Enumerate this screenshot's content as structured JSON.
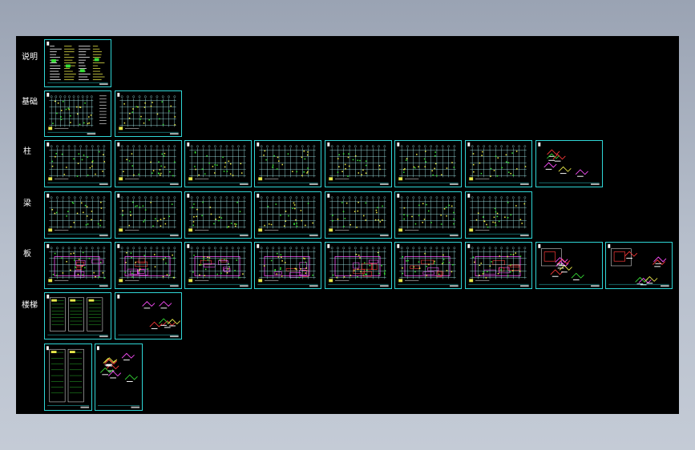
{
  "drawing": {
    "rows": [
      {
        "label": "说明"
      },
      {
        "label": "基础"
      },
      {
        "label": "柱"
      },
      {
        "label": "梁"
      },
      {
        "label": "板"
      },
      {
        "label": "楼梯"
      }
    ]
  },
  "colors": {
    "frame": "#2fd6d6",
    "background": "#000000",
    "grid": "#9fe8e8",
    "yellow": "#e8e84a",
    "magenta": "#ff4fff",
    "red": "#ff3a3a",
    "green": "#37e037",
    "white": "#ffffff"
  }
}
